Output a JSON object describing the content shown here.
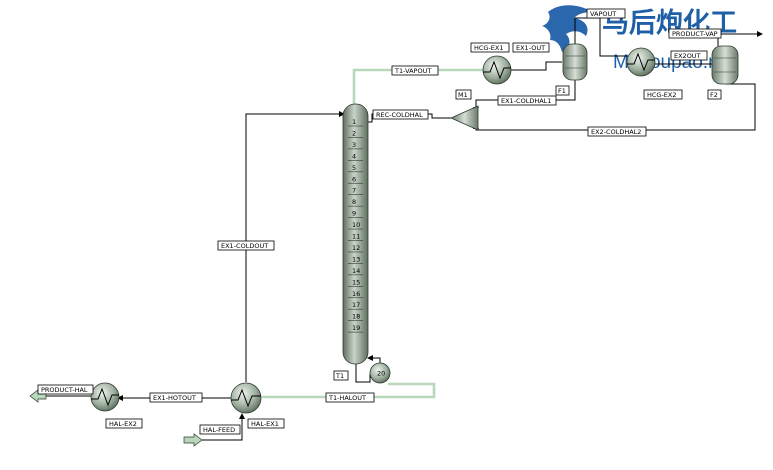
{
  "watermark": {
    "cn": "马后炮化工",
    "en": "Mahoupao.net"
  },
  "streams": {
    "t1_vapout": "T1-VAPOUT",
    "ex1_out": "EX1-OUT",
    "vapout": "VAPOUT",
    "product_vap": "PRODUCT-VAP",
    "ex2out": "EX2OUT",
    "ex1_coldhal1": "EX1-COLDHAL1",
    "rec_coldhal": "REC-COLDHAL",
    "ex2_coldhal2": "EX2-COLDHAL2",
    "ex1_coldout": "EX1-COLDOUT",
    "t1_halout": "T1-HALOUT",
    "ex1_hotout": "EX1-HOTOUT",
    "product_hal": "PRODUCT-HAL",
    "hal_feed": "HAL-FEED"
  },
  "blocks": {
    "hcg_ex1": "HCG-EX1",
    "hcg_ex2": "HCG-EX2",
    "f1": "F1",
    "f2": "F2",
    "m1": "M1",
    "t1": "T1",
    "hal_ex1": "HAL-EX1",
    "hal_ex2": "HAL-EX2",
    "reboiler_stage": "20"
  },
  "column": {
    "trays": [
      "1",
      "2",
      "3",
      "4",
      "5",
      "6",
      "7",
      "8",
      "9",
      "10",
      "11",
      "12",
      "13",
      "14",
      "15",
      "16",
      "17",
      "18",
      "19"
    ]
  },
  "colors": {
    "equipment_fill": "#8fa08f",
    "highlight_stream": "#b9d8b9",
    "watermark": "#1f5fa8"
  }
}
